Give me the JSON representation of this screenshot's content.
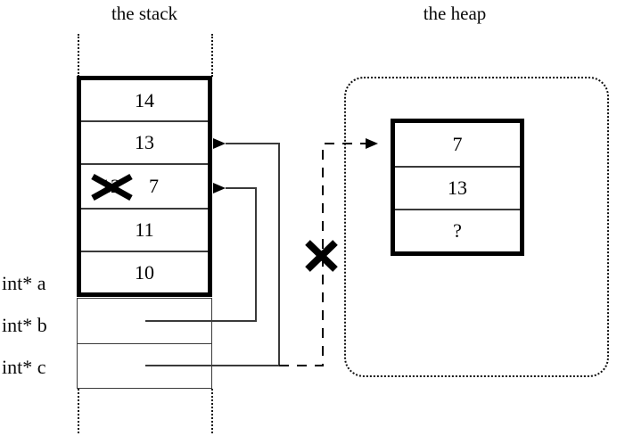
{
  "titles": {
    "stack": "the stack",
    "heap": "the heap"
  },
  "stack": {
    "cells": [
      {
        "value": "14",
        "struck": false
      },
      {
        "value": "13",
        "struck": false
      },
      {
        "value": "12",
        "struck": true,
        "replacement": "7"
      },
      {
        "value": "11",
        "struck": false
      },
      {
        "value": "10",
        "struck": false
      }
    ],
    "variables": [
      {
        "label": "int* a"
      },
      {
        "label": "int* b"
      },
      {
        "label": "int* c"
      }
    ]
  },
  "heap": {
    "cells": [
      {
        "value": "7"
      },
      {
        "value": "13"
      },
      {
        "value": "?"
      }
    ]
  },
  "annotations": {
    "invalidated_pointer_mark": "x-cross-mark",
    "struck_value_mark": "x-cross-mark"
  },
  "colors": {
    "ink": "#000000",
    "rule": "#3a3a3a",
    "background": "#ffffff"
  }
}
